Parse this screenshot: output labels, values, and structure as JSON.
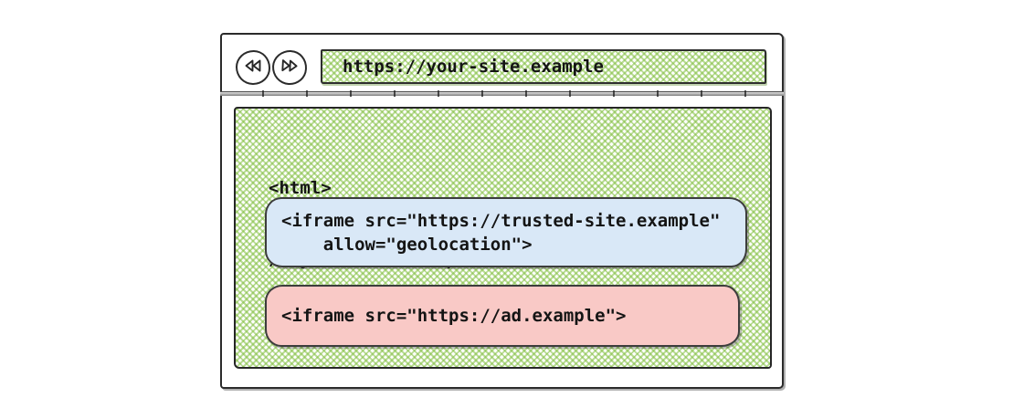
{
  "browser": {
    "url": "https://your-site.example",
    "back_icon": "double-left-triangles",
    "forward_icon": "double-right-triangles"
  },
  "page_code": {
    "line1": "<html>",
    "line2": "// your-site.example code"
  },
  "trusted_iframe": {
    "line1": "<iframe src=\"https://trusted-site.example\"",
    "line2": "    allow=\"geolocation\">"
  },
  "ad_iframe": {
    "line1": "<iframe src=\"https://ad.example\">"
  },
  "colors": {
    "hatch_green": "#80be3e",
    "trusted_bg": "#d9e8f7",
    "ad_bg": "#f9c9c6",
    "ink": "#141414"
  }
}
